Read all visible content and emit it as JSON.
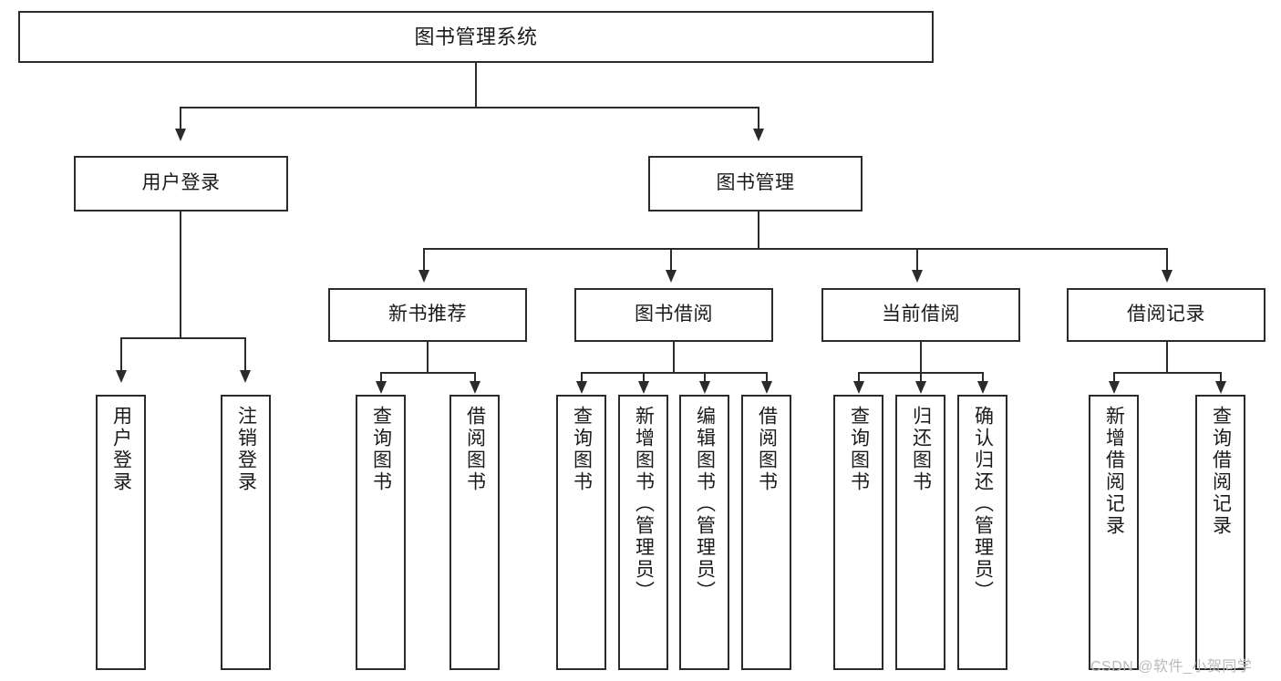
{
  "diagram": {
    "type": "tree",
    "title": "图书管理系统",
    "watermark": "CSDN @软件_小贺同学",
    "colors": {
      "box_border": "#2b2b2b",
      "box_fill": "#ffffff",
      "text": "#1a1a1a",
      "connector": "#2b2b2b",
      "watermark": "#b9b9b9",
      "background": "#ffffff"
    },
    "levels": {
      "level1": [
        "图书管理系统"
      ],
      "level2": [
        "用户登录",
        "图书管理"
      ],
      "level3": [
        "新书推荐",
        "图书借阅",
        "当前借阅",
        "借阅记录"
      ],
      "level4": [
        "用户登录",
        "注销登录",
        "查询图书",
        "借阅图书",
        "查询图书",
        "新增图书（管理员）",
        "编辑图书（管理员）",
        "借阅图书",
        "查询图书",
        "归还图书",
        "确认归还（管理员）",
        "新增借阅记录",
        "查询借阅记录"
      ]
    },
    "nodes": {
      "root": {
        "label": "图书管理系统"
      },
      "user_login": {
        "label": "用户登录"
      },
      "book_manage": {
        "label": "图书管理"
      },
      "new_book_rec": {
        "label": "新书推荐"
      },
      "book_borrow": {
        "label": "图书借阅"
      },
      "current_borrow": {
        "label": "当前借阅"
      },
      "borrow_record": {
        "label": "借阅记录"
      },
      "leaf_user_login": {
        "label": "用户登录"
      },
      "leaf_logout": {
        "label": "注销登录"
      },
      "leaf_query_book_1": {
        "label": "查询图书"
      },
      "leaf_borrow_book_1": {
        "label": "借阅图书"
      },
      "leaf_query_book_2": {
        "label": "查询图书"
      },
      "leaf_add_book": {
        "label": "新增图书（管理员）"
      },
      "leaf_edit_book": {
        "label": "编辑图书（管理员）"
      },
      "leaf_borrow_book_2": {
        "label": "借阅图书"
      },
      "leaf_query_book_3": {
        "label": "查询图书"
      },
      "leaf_return_book": {
        "label": "归还图书"
      },
      "leaf_confirm_return": {
        "label": "确认归还（管理员）"
      },
      "leaf_add_record": {
        "label": "新增借阅记录"
      },
      "leaf_query_record": {
        "label": "查询借阅记录"
      }
    },
    "edges": [
      {
        "from": "root",
        "to": "user_login"
      },
      {
        "from": "root",
        "to": "book_manage"
      },
      {
        "from": "user_login",
        "to": "leaf_user_login"
      },
      {
        "from": "user_login",
        "to": "leaf_logout"
      },
      {
        "from": "book_manage",
        "to": "new_book_rec"
      },
      {
        "from": "book_manage",
        "to": "book_borrow"
      },
      {
        "from": "book_manage",
        "to": "current_borrow"
      },
      {
        "from": "book_manage",
        "to": "borrow_record"
      },
      {
        "from": "new_book_rec",
        "to": "leaf_query_book_1"
      },
      {
        "from": "new_book_rec",
        "to": "leaf_borrow_book_1"
      },
      {
        "from": "book_borrow",
        "to": "leaf_query_book_2"
      },
      {
        "from": "book_borrow",
        "to": "leaf_add_book"
      },
      {
        "from": "book_borrow",
        "to": "leaf_edit_book"
      },
      {
        "from": "book_borrow",
        "to": "leaf_borrow_book_2"
      },
      {
        "from": "current_borrow",
        "to": "leaf_query_book_3"
      },
      {
        "from": "current_borrow",
        "to": "leaf_return_book"
      },
      {
        "from": "current_borrow",
        "to": "leaf_confirm_return"
      },
      {
        "from": "borrow_record",
        "to": "leaf_add_record"
      },
      {
        "from": "borrow_record",
        "to": "leaf_query_record"
      }
    ]
  }
}
